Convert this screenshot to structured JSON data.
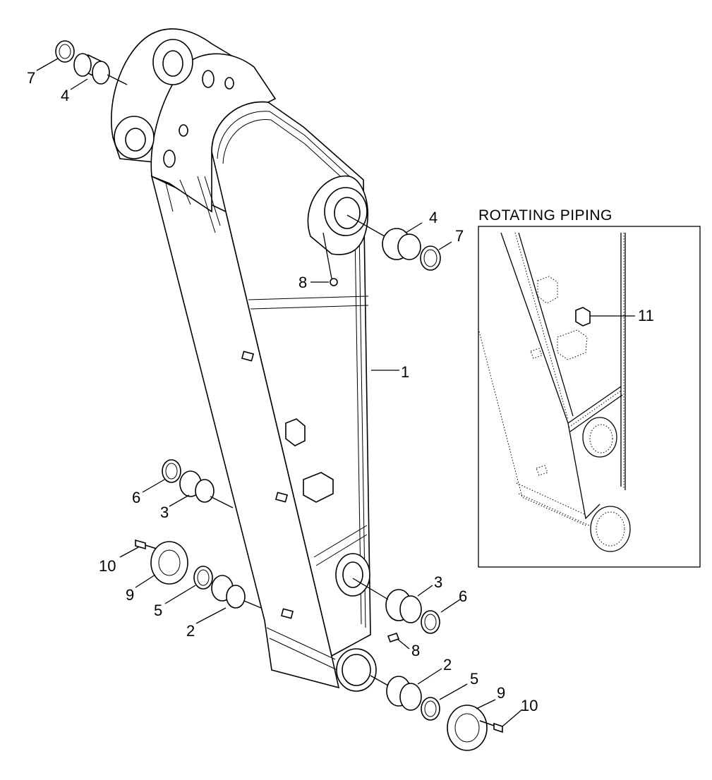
{
  "inset": {
    "title": "ROTATING PIPING"
  },
  "labels": {
    "p1": "1",
    "p2a": "2",
    "p2b": "2",
    "p3a": "3",
    "p3b": "3",
    "p4a": "4",
    "p4b": "4",
    "p5a": "5",
    "p5b": "5",
    "p6a": "6",
    "p6b": "6",
    "p7a": "7",
    "p7b": "7",
    "p8a": "8",
    "p8b": "8",
    "p9a": "9",
    "p9b": "9",
    "p10a": "10",
    "p10b": "10",
    "p11": "11"
  }
}
